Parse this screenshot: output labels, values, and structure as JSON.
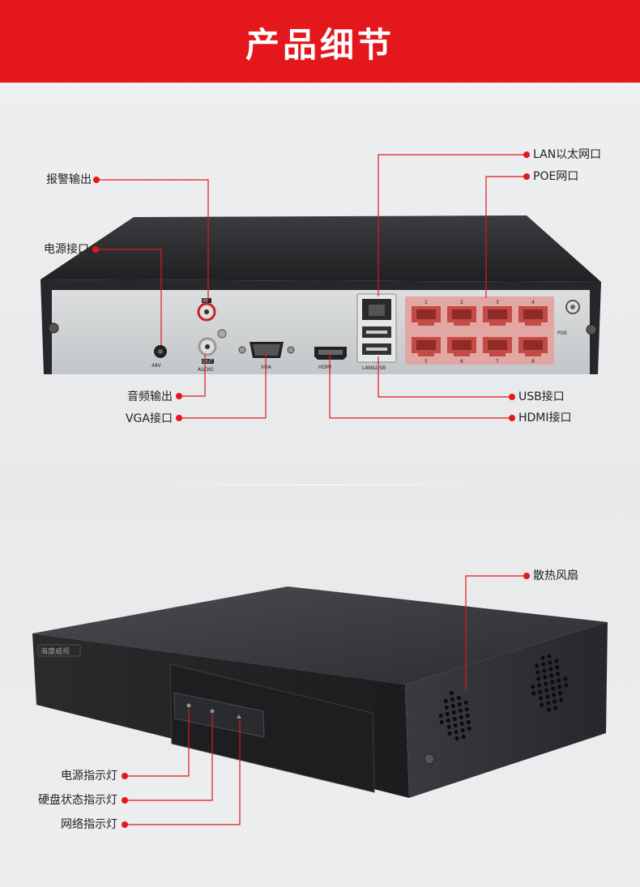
{
  "banner": {
    "title": "产品细节"
  },
  "rear_panel": {
    "port_labels": {
      "power_voltage": "48V",
      "audio_in": "IN",
      "audio_out": "OUT",
      "audio": "AUDIO",
      "vga": "VGA",
      "hdmi": "HDMI",
      "lan_usb": "LAN&USB",
      "poe": "POE"
    },
    "poe_port_numbers": [
      "1",
      "2",
      "3",
      "4",
      "5",
      "6",
      "7",
      "8"
    ],
    "callouts": {
      "alarm_out": "报警输出",
      "power_port": "电源接口",
      "audio_out": "音频输出",
      "vga_port": "VGA接口",
      "lan_port": "LAN以太网口",
      "poe_port": "POE网口",
      "usb_port": "USB接口",
      "hdmi_port": "HDMI接口"
    }
  },
  "front_view": {
    "brand": "海康威视",
    "callouts": {
      "cooling_fan": "散热风扇",
      "power_led": "电源指示灯",
      "hdd_led": "硬盘状态指示灯",
      "network_led": "网络指示灯"
    }
  },
  "colors": {
    "accent": "#e3171c",
    "device_body": "#2b2c2e",
    "rear_plate": "#cfd1d3",
    "poe_block": "#e2a6a3"
  }
}
